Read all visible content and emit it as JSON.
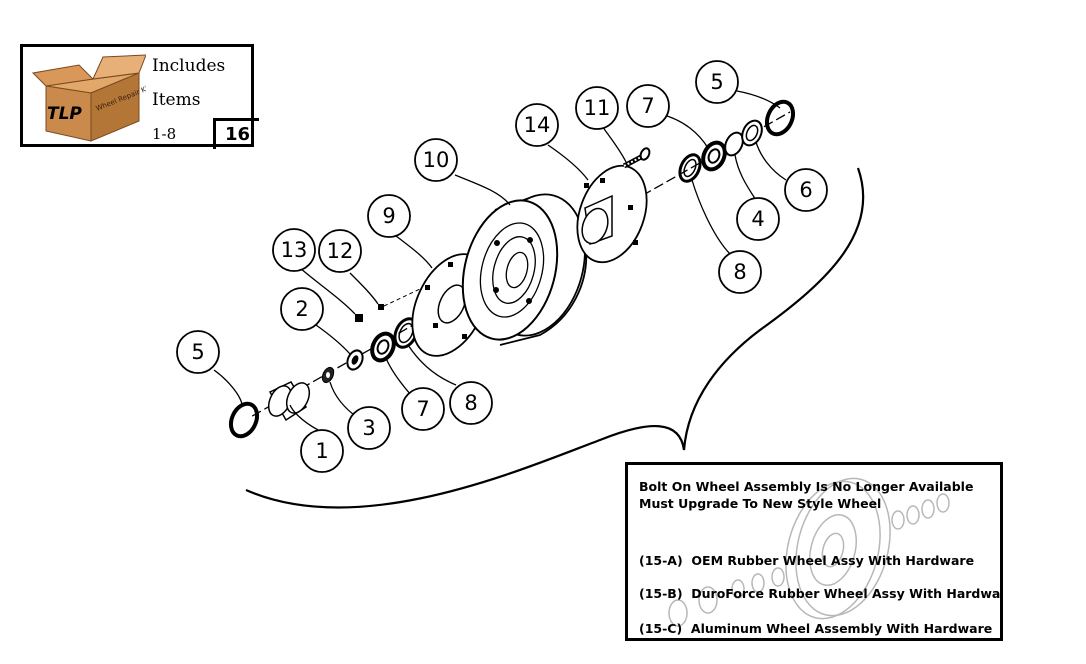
{
  "kit_box": {
    "line1": "Includes",
    "line2": "Items",
    "line3": "1-8",
    "quantity_label": "16",
    "box_logo_text": "TLP",
    "box_label": "Wheel Repair Kit"
  },
  "callouts": [
    {
      "id": "callout-1",
      "label": "1"
    },
    {
      "id": "callout-2",
      "label": "2"
    },
    {
      "id": "callout-3",
      "label": "3"
    },
    {
      "id": "callout-4",
      "label": "4"
    },
    {
      "id": "callout-5-left",
      "label": "5"
    },
    {
      "id": "callout-5-right",
      "label": "5"
    },
    {
      "id": "callout-6",
      "label": "6"
    },
    {
      "id": "callout-7-left",
      "label": "7"
    },
    {
      "id": "callout-7-right",
      "label": "7"
    },
    {
      "id": "callout-8-left",
      "label": "8"
    },
    {
      "id": "callout-8-right",
      "label": "8"
    },
    {
      "id": "callout-9",
      "label": "9"
    },
    {
      "id": "callout-10",
      "label": "10"
    },
    {
      "id": "callout-11",
      "label": "11"
    },
    {
      "id": "callout-12",
      "label": "12"
    },
    {
      "id": "callout-13",
      "label": "13"
    },
    {
      "id": "callout-14",
      "label": "14"
    }
  ],
  "notice": {
    "heading_line1": "Bolt On Wheel Assembly Is No Longer Available",
    "heading_line2": "Must Upgrade To New Style Wheel",
    "options": [
      {
        "code": "(15-A)",
        "label": "OEM Rubber Wheel Assy With Hardware"
      },
      {
        "code": "(15-B)",
        "label": "DuroForce Rubber Wheel Assy With Hardware"
      },
      {
        "code": "(15-C)",
        "label": "Aluminum Wheel Assembly With Hardware"
      }
    ]
  }
}
